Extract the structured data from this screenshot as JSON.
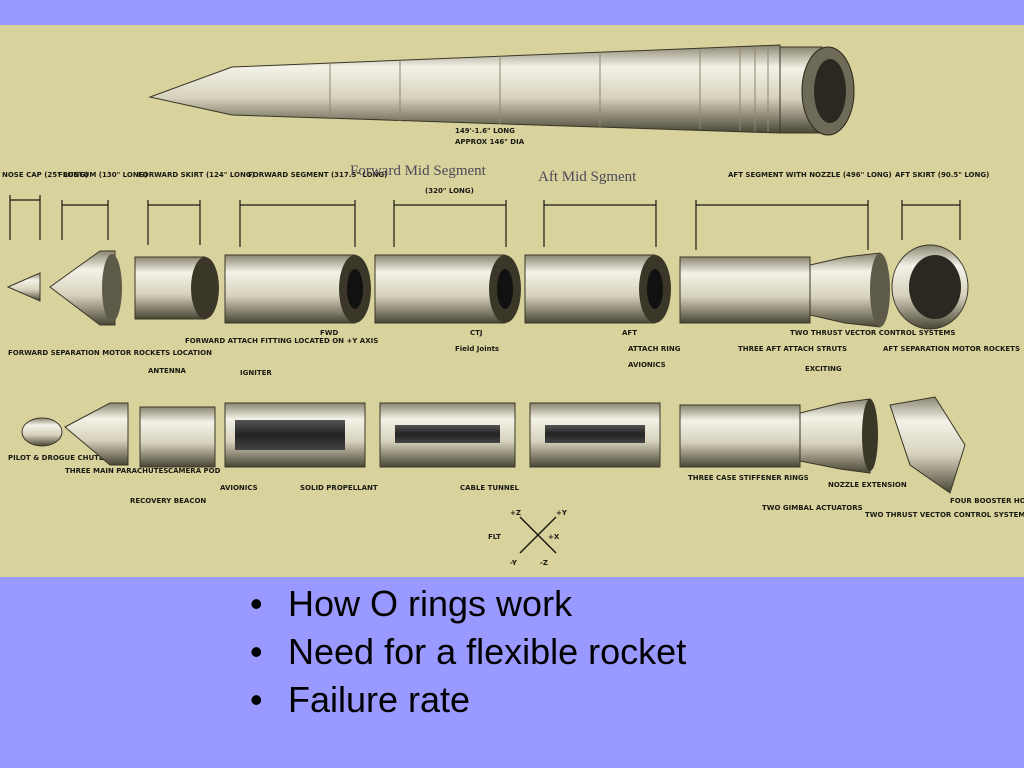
{
  "diagram": {
    "overlay_labels": {
      "forward_mid": "Forward Mid Segment",
      "aft_mid": "Aft Mid Sgment"
    },
    "dimension_labels": [
      "NOSE CAP (25\" LONG)",
      "FRUSTUM (130\" LONG)",
      "FORWARD SKIRT (124\" LONG)",
      "FORWARD SEGMENT (317.5\" LONG)",
      "(320\" LONG)",
      "AFT SEGMENT WITH NOZZLE (496\" LONG)",
      "AFT SKIRT (90.5\" LONG)"
    ],
    "overall_length": [
      "149'-1.6\" LONG",
      "APPROX 146\" DIA"
    ],
    "component_labels": {
      "fwd": "FWD",
      "ctj": "CTJ",
      "field_joints": "Field Joints",
      "aft": "AFT",
      "thrust_vector": "TWO THRUST VECTOR CONTROL SYSTEMS",
      "forward_separation": "FORWARD SEPARATION MOTOR ROCKETS LOCATION",
      "forward_attach": "FORWARD ATTACH FITTING LOCATED ON +Y AXIS",
      "antenna": "ANTENNA",
      "igniter": "IGNITER",
      "attach_ring": "ATTACH RING",
      "avionics": "AVIONICS",
      "three_aft_attach": "THREE AFT ATTACH STRUTS",
      "exciting": "EXCITING",
      "aft_separation": "AFT SEPARATION MOTOR ROCKETS",
      "pilot_drogue": "PILOT & DROGUE CHUTE",
      "three_main": "THREE MAIN PARACHUTES",
      "camera_pod": "CAMERA POD",
      "recovery_beacon": "RECOVERY BEACON",
      "avionics2": "AVIONICS",
      "solid_propellant": "SOLID PROPELLANT",
      "cable_tunnel": "CABLE TUNNEL",
      "three_case": "THREE CASE STIFFENER RINGS",
      "two_gimbal": "TWO GIMBAL ACTUATORS",
      "nozzle_extension": "NOZZLE EXTENSION",
      "two_thrust_tvc": "TWO THRUST VECTOR CONTROL SYSTEMS (TVC)",
      "four_booster": "FOUR BOOSTER HOLDDOWN POSTS"
    },
    "axes": [
      "+Z",
      "+Y",
      "FLT",
      "+X",
      "-Y",
      "-Z"
    ]
  },
  "bullets": [
    "How O rings work",
    "Need for a flexible rocket",
    "Failure rate"
  ],
  "colors": {
    "background": "#9999ff",
    "photo": "#d8d29c"
  }
}
